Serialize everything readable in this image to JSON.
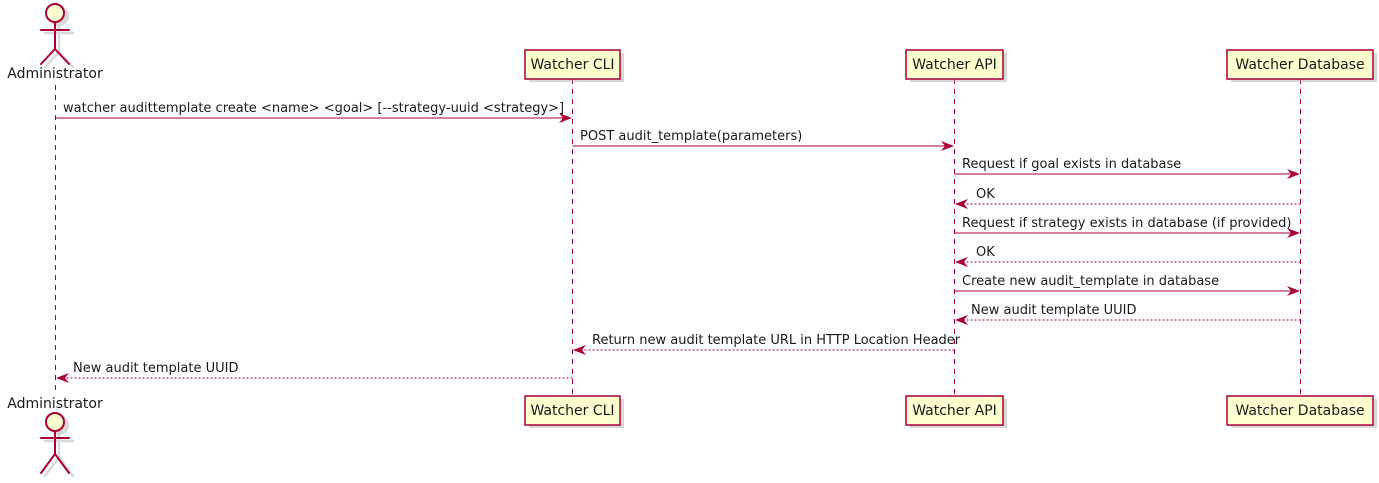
{
  "diagram": {
    "type": "uml-sequence-diagram",
    "actor": {
      "label": "Administrator"
    },
    "participants": [
      {
        "label": "Watcher CLI"
      },
      {
        "label": "Watcher API"
      },
      {
        "label": "Watcher Database"
      }
    ],
    "messages": [
      {
        "from": "Administrator",
        "to": "Watcher CLI",
        "style": "solid",
        "label": "watcher audittemplate create <name> <goal> [--strategy-uuid <strategy>]"
      },
      {
        "from": "Watcher CLI",
        "to": "Watcher API",
        "style": "solid",
        "label": "POST audit_template(parameters)"
      },
      {
        "from": "Watcher API",
        "to": "Watcher Database",
        "style": "solid",
        "label": "Request if goal exists in database"
      },
      {
        "from": "Watcher Database",
        "to": "Watcher API",
        "style": "dashed",
        "label": "OK"
      },
      {
        "from": "Watcher API",
        "to": "Watcher Database",
        "style": "solid",
        "label": "Request if strategy exists in database (if provided)"
      },
      {
        "from": "Watcher Database",
        "to": "Watcher API",
        "style": "dashed",
        "label": "OK"
      },
      {
        "from": "Watcher API",
        "to": "Watcher Database",
        "style": "solid",
        "label": "Create new audit_template in database"
      },
      {
        "from": "Watcher Database",
        "to": "Watcher API",
        "style": "dashed",
        "label": "New audit template UUID"
      },
      {
        "from": "Watcher API",
        "to": "Watcher CLI",
        "style": "dashed",
        "label": "Return new audit template URL in HTTP Location Header"
      },
      {
        "from": "Watcher CLI",
        "to": "Administrator",
        "style": "dashed",
        "label": "New audit template UUID"
      }
    ],
    "colors": {
      "accent": "#A80036",
      "participant_fill": "#FEFECE",
      "text": "#1A1A1A",
      "background": "#FFFFFF",
      "shadow": "#A9A9A9"
    }
  }
}
